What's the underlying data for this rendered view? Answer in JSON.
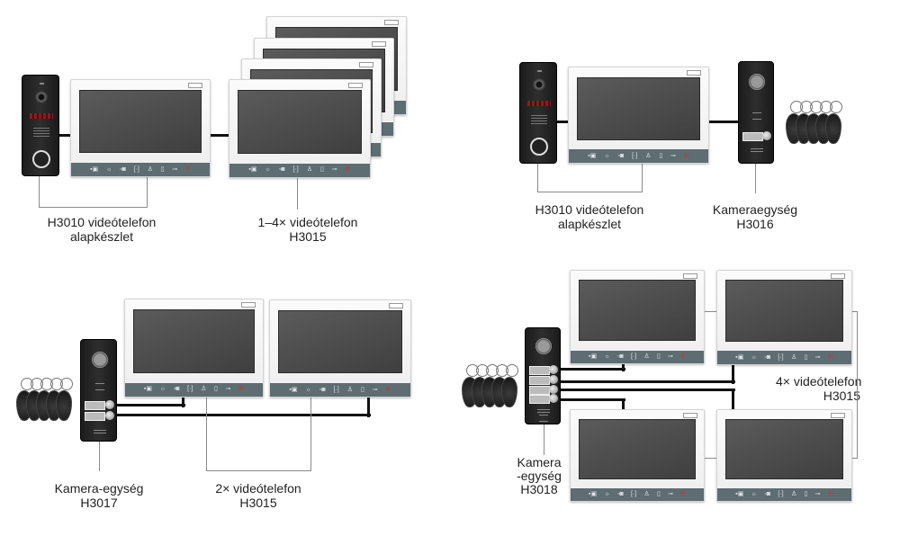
{
  "panels": [
    {
      "id": "h3010-with-h3015",
      "labels": [
        {
          "lines": [
            "H3010 videótelefon",
            "alapkészlet"
          ]
        },
        {
          "lines": [
            "1–4× videótelefon",
            "H3015"
          ]
        }
      ]
    },
    {
      "id": "h3010-with-h3016",
      "labels": [
        {
          "lines": [
            "H3010 videótelefon",
            "alapkészlet"
          ]
        },
        {
          "lines": [
            "Kameraegység",
            "H3016"
          ]
        }
      ]
    },
    {
      "id": "h3017-with-h3015",
      "labels": [
        {
          "lines": [
            "Kamera-egység",
            "H3017"
          ]
        },
        {
          "lines": [
            "2× videótelefon",
            "H3015"
          ]
        }
      ]
    },
    {
      "id": "h3018-with-h3015",
      "labels": [
        {
          "lines": [
            "Kamera",
            "-egység",
            "H3018"
          ]
        },
        {
          "lines": [
            "4× videótelefon",
            "H3015"
          ]
        }
      ]
    }
  ],
  "monitor_buttons": [
    "picture-icon",
    "brightness-icon",
    "camera-icon",
    "monitor-icon",
    "user-icon",
    "door-icon",
    "key-icon",
    "phone-icon"
  ],
  "colors": {
    "cable": "#111111",
    "bracket": "#8a8a8a",
    "monitor_bar": "#5d6d72",
    "screen": "#4a4a4a",
    "device_body": "#1e1e1e",
    "hangup": "#cc3333"
  }
}
